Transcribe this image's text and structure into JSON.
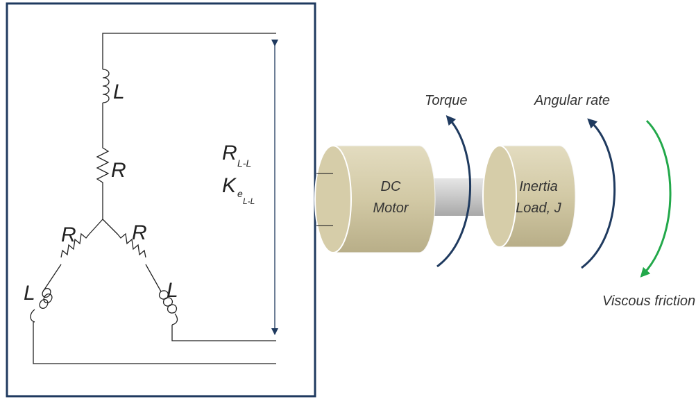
{
  "circuit": {
    "inductor_label": "L",
    "resistor_label": "R",
    "rll": {
      "main": "R",
      "sub": "L-L"
    },
    "kell": {
      "main": "K",
      "sub1": "e",
      "sub2": "L-L"
    }
  },
  "mechanical": {
    "motor_label_line1": "DC",
    "motor_label_line2": "Motor",
    "load_label_line1": "Inertia",
    "load_label_line2": "Load, J",
    "torque_label": "Torque",
    "angular_rate_label": "Angular rate",
    "viscous_friction_label": "Viscous friction"
  },
  "colors": {
    "frame": "#1f3a5f",
    "wire": "#222222",
    "cylinder": "#d2c9a5",
    "cylinder_stroke": "#8a8264",
    "shaft": "#c8c8c8",
    "torque_arrow": "#1f3a5f",
    "friction_arrow": "#22a84a",
    "text": "#333333"
  }
}
